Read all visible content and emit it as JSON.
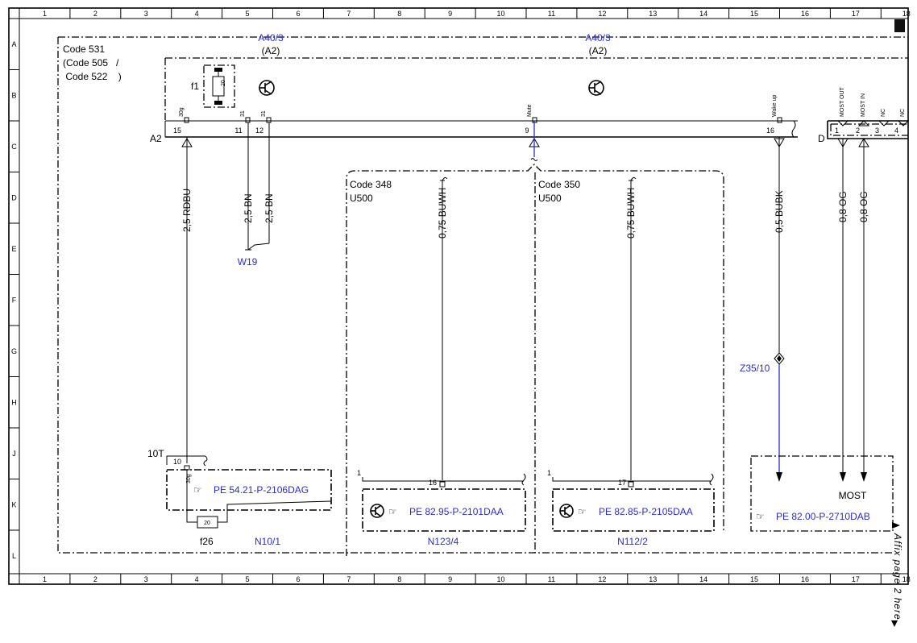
{
  "columns": [
    "1",
    "2",
    "3",
    "4",
    "5",
    "6",
    "7",
    "8",
    "9",
    "10",
    "11",
    "12",
    "13",
    "14",
    "15",
    "16",
    "17",
    "18"
  ],
  "rows": [
    "A",
    "B",
    "C",
    "D",
    "E",
    "F",
    "G",
    "H",
    "J",
    "K",
    "L"
  ],
  "modules": {
    "left_ref": "A40/3",
    "left_sub": "(A2)",
    "right_ref": "A40/3",
    "right_sub": "(A2)",
    "code_lines": [
      "Code 531",
      "(Code 505   /",
      " Code 522    )"
    ]
  },
  "connector_a2": {
    "label": "A2",
    "fuse_label": "f1",
    "fuse_value": "20",
    "pins": [
      {
        "num": "15",
        "name": "30g"
      },
      {
        "num": "11",
        "name": "31"
      },
      {
        "num": "12",
        "name": "31"
      },
      {
        "num": "9",
        "name": "Mute"
      },
      {
        "num": "16",
        "name": "Wake up"
      }
    ]
  },
  "connector_d": {
    "label": "D",
    "pins": [
      {
        "num": "1",
        "name": "MOST OUT"
      },
      {
        "num": "2",
        "name": "MOST IN"
      },
      {
        "num": "3",
        "name": "NC"
      },
      {
        "num": "4",
        "name": "NC"
      }
    ]
  },
  "wires": [
    {
      "label": "2,5 RDBU"
    },
    {
      "label": "2,5 BN"
    },
    {
      "label": "2,5 BN"
    },
    {
      "label": "0,75 BUWH"
    },
    {
      "label": "0,75 BUWH"
    },
    {
      "label": "0,5 BUBK"
    },
    {
      "label": "0,8 OG"
    },
    {
      "label": "0,8 OG"
    }
  ],
  "ground_ref": "W19",
  "splice_ref": "Z35/10",
  "variant_boxes": [
    {
      "code": "Code 348",
      "sub": "U500"
    },
    {
      "code": "Code 350",
      "sub": "U500"
    }
  ],
  "components": {
    "n10": {
      "ref": "N10/1",
      "pe": "PE 54.21-P-2106DAG",
      "term_label": "10T",
      "term_pin": "10",
      "pin_name": "30g",
      "fuse_label": "f26",
      "fuse_value": "20"
    },
    "n123": {
      "ref": "N123/4",
      "pe": "PE 82.95-P-2101DAA",
      "pin": "16",
      "corner": "1"
    },
    "n112": {
      "ref": "N112/2",
      "pe": "PE 82.85-P-2105DAA",
      "pin": "17",
      "corner": "1"
    },
    "most": {
      "label": "MOST",
      "pe": "PE 82.00-P-2710DAB"
    }
  },
  "side_note": "Affix page 2 here",
  "icons": {
    "reference": "pointing-hand-icon",
    "transistor": "transistor-icon",
    "fuse": "fuse-icon"
  },
  "colors": {
    "reference_text": "#2b2bd6",
    "line": "#000000"
  }
}
